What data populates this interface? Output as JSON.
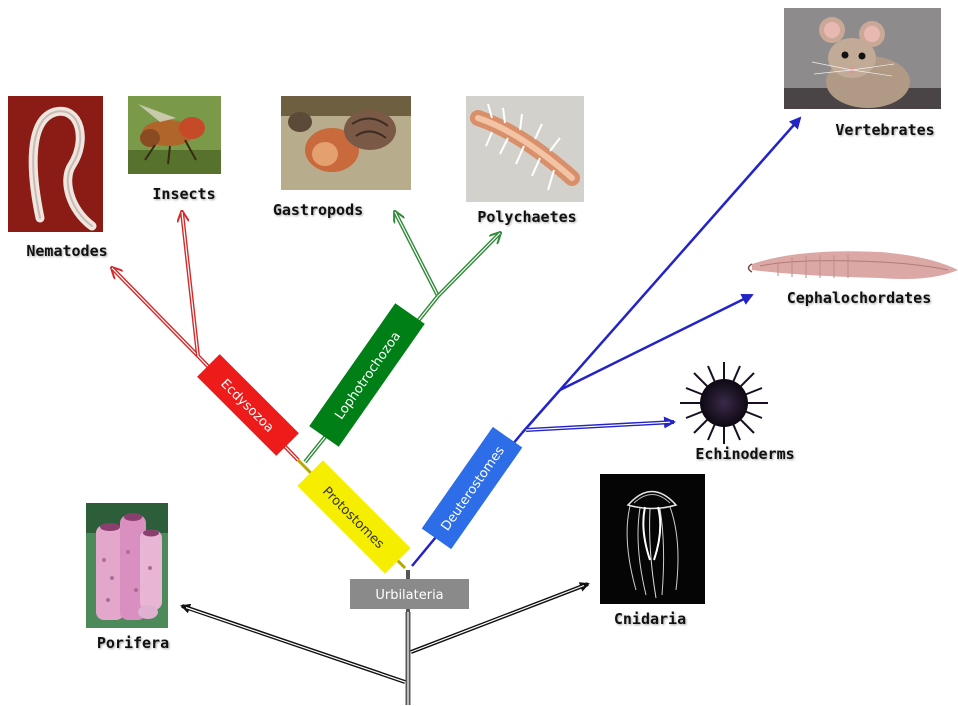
{
  "colors": {
    "trunk": "#111111",
    "ecdysozoa": "#ee1b1b",
    "lophotrochozoa": "#007f16",
    "protostomes": "#f6ee00",
    "deuterostomes": "#2d6ee8",
    "deuterostome_lines": "#2323c8",
    "ecdysozoa_lines": "#d62a2a",
    "lophotrochozoa_lines": "#2f8a38",
    "urbilateria": "#8a8a8a"
  },
  "clades": {
    "urbilateria": "Urbilateria",
    "protostomes": "Protostomes",
    "deuterostomes": "Deuterostomes",
    "ecdysozoa": "Ecdysozoa",
    "lophotrochozoa": "Lophotrochozoa"
  },
  "taxa": {
    "porifera": "Porifera",
    "cnidaria": "Cnidaria",
    "nematodes": "Nematodes",
    "insects": "Insects",
    "gastropods": "Gastropods",
    "polychaetes": "Polychaetes",
    "vertebrates": "Vertebrates",
    "cephalochordates": "Cephalochordates",
    "echinoderms": "Echinoderms"
  },
  "photos": {
    "porifera": "sponge-photo",
    "cnidaria": "jellyfish-photo",
    "nematodes": "nematode-photo",
    "insects": "insect-photo",
    "gastropods": "snail-photo",
    "polychaetes": "polychaete-photo",
    "vertebrates": "mouse-photo",
    "cephalochordates": "lancelet-photo",
    "echinoderms": "sea-urchin-photo"
  }
}
